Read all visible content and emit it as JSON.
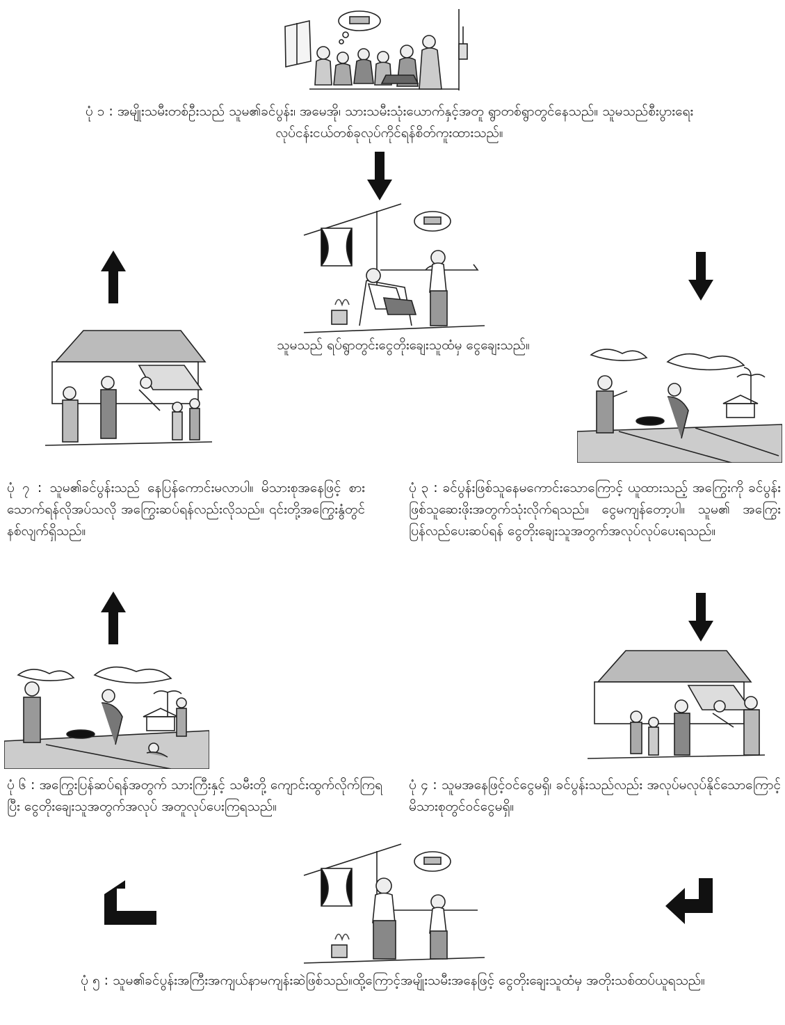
{
  "panels": [
    {
      "id": "1",
      "caption": "ပုံ ၁ : အမျိုးသမီးတစ်ဦးသည် သူမ၏ခင်ပွန်း၊ အမေအို၊ သားသမီးသုံးယောက်နှင့်အတူ ရွာတစ်ရွာတွင်နေသည်။ သူမသည်စီးပွားရေးလုပ်ငန်းငယ်တစ်ခုလုပ်ကိုင်ရန်စိတ်ကူးထားသည်။"
    },
    {
      "id": "2",
      "caption": "သူမသည် ရပ်ရွာတွင်းငွေတိုးချေးသူထံမှ ငွေချေးသည်။"
    },
    {
      "id": "3",
      "caption": "ပုံ ၃ : ခင်ပွန်းဖြစ်သူနေမကောင်းသောကြောင့် ယူထားသည့် အကြွေးကို ခင်ပွန်းဖြစ်သူဆေးဖိုးအတွက်သုံးလိုက်ရသည်။ ငွေမကျန်တော့ပါ။ သူမ၏ အကြွေးပြန်လည်ပေးဆပ်ရန် ငွေတိုးချေးသူအတွက်အလုပ်လုပ်ပေးရသည်။"
    },
    {
      "id": "4",
      "caption": "ပုံ ၄ : သူမအနေဖြင့်ဝင်ငွေမရှိ၊ ခင်ပွန်းသည်လည်း အလုပ်မလုပ်နိုင်သောကြောင့် မိသားစုတွင်ဝင်ငွေမရှိ။"
    },
    {
      "id": "5",
      "caption": "ပုံ ၅ : သူမ၏ခင်ပွန်းအကြီးအကျယ်နာမကျန်းဆဲဖြစ်သည်။ထို့ကြောင့်အမျိုးသမီးအနေဖြင့် ငွေတိုးချေးသူထံမှ အတိုးသစ်ထပ်ယူရသည်။"
    },
    {
      "id": "6",
      "caption": "ပုံ ၆ : အကြွေးပြန်ဆပ်ရန်အတွက် သားကြီးနှင့် သမီးတို့ ကျောင်းထွက်လိုက်ကြရပြီး ငွေတိုးချေးသူအတွက်အလုပ် အတူလုပ်ပေးကြရသည်။"
    },
    {
      "id": "7",
      "caption": "ပုံ ၇ : သူမ၏ခင်ပွန်းသည် နေပြန်ကောင်းမလာပါ။ မိသားစုအနေဖြင့် စားသောက်ရန်လိုအပ်သလို အကြွေးဆပ်ရန်လည်းလိုသည်။ ၎င်းတို့အကြွေးနွံတွင်နစ်လျက်ရှိသည်။"
    }
  ]
}
